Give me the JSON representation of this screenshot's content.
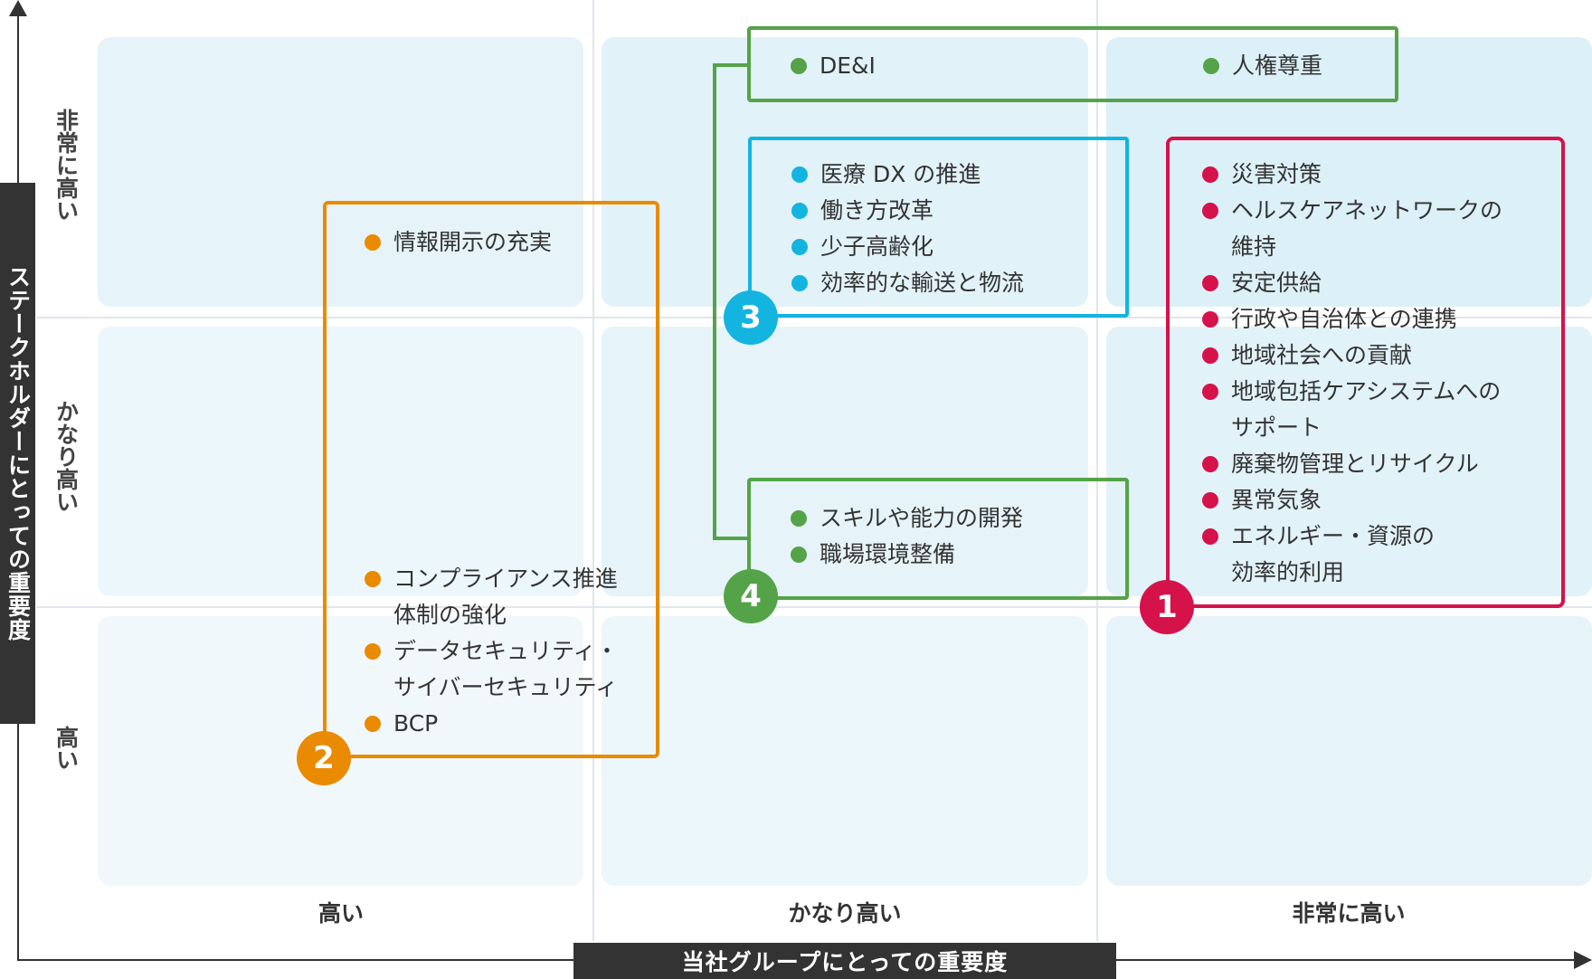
{
  "y_axis_title": "ステークホルダーにとっての重要度",
  "x_axis_title": "当社グループにとっての重要度",
  "row_labels": {
    "top": "非常に高い",
    "middle": "かなり高い",
    "bottom": "高い"
  },
  "column_labels": {
    "left": "高い",
    "middle": "かなり高い",
    "right": "非常に高い"
  },
  "colors": {
    "red": "#d6124a",
    "orange": "#ea8a00",
    "blue": "#14b4e0",
    "green": "#55a348"
  },
  "groups": {
    "g1": {
      "number": "1",
      "items": [
        {
          "text": "災害対策",
          "text2": ""
        },
        {
          "text": "ヘルスケアネットワークの",
          "text2": "維持"
        },
        {
          "text": "安定供給",
          "text2": ""
        },
        {
          "text": "行政や自治体との連携",
          "text2": ""
        },
        {
          "text": "地域社会への貢献",
          "text2": ""
        },
        {
          "text": "地域包括ケアシステムへの",
          "text2": "サポート"
        },
        {
          "text": "廃棄物管理とリサイクル",
          "text2": ""
        },
        {
          "text": "異常気象",
          "text2": ""
        },
        {
          "text": "エネルギー・資源の",
          "text2": "効率的利用"
        }
      ]
    },
    "g2": {
      "number": "2",
      "top_items": [
        {
          "text": "情報開示の充実",
          "text2": ""
        }
      ],
      "bottom_items": [
        {
          "text": "コンプライアンス推進",
          "text2": "体制の強化"
        },
        {
          "text": "データセキュリティ・",
          "text2": "サイバーセキュリティ"
        },
        {
          "text": "BCP",
          "text2": ""
        }
      ]
    },
    "g3": {
      "number": "3",
      "items": [
        {
          "text": "医療 DX の推進"
        },
        {
          "text": "働き方改革"
        },
        {
          "text": "少子高齢化"
        },
        {
          "text": "効率的な輸送と物流"
        }
      ]
    },
    "g4": {
      "number": "4",
      "top_items": [
        {
          "text": "DE&I"
        },
        {
          "text": "人権尊重"
        }
      ],
      "bottom_items": [
        {
          "text": "スキルや能力の開発"
        },
        {
          "text": "職場環境整備"
        }
      ]
    }
  }
}
